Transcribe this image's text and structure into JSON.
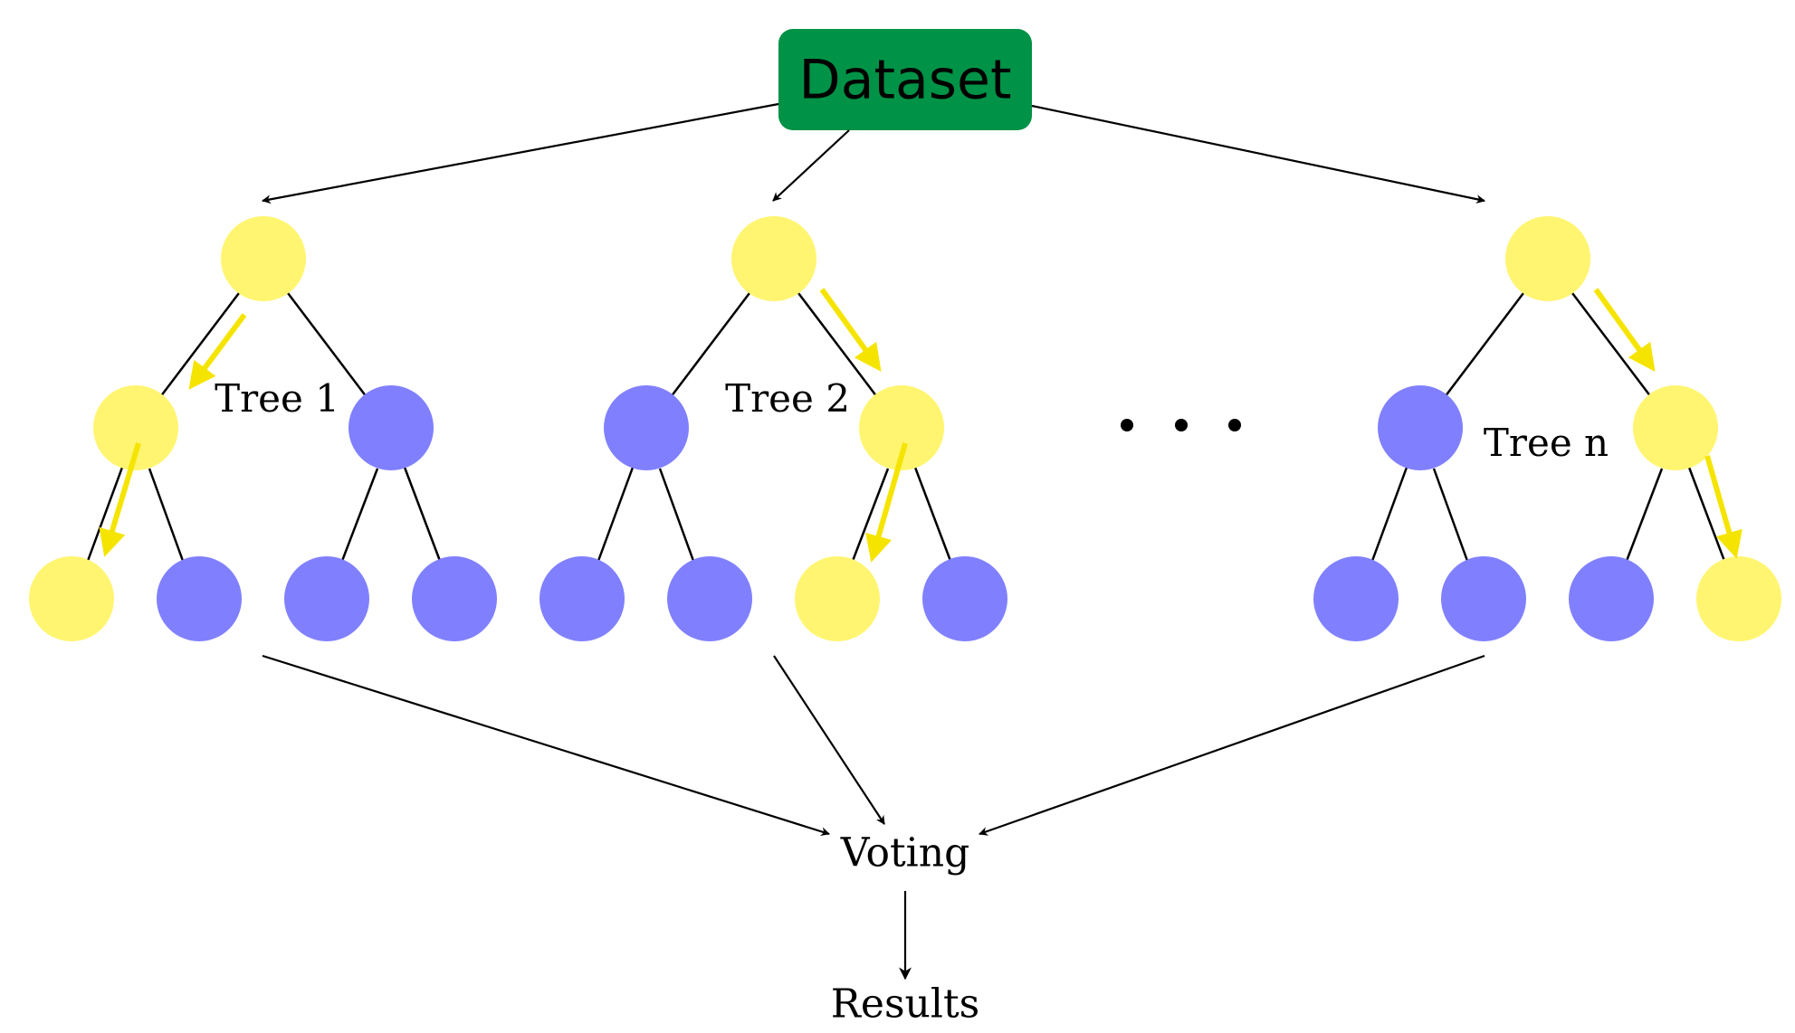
{
  "dataset": {
    "label": "Dataset",
    "fill": "#009246",
    "text_color": "#000000"
  },
  "trees": [
    {
      "label": "Tree 1"
    },
    {
      "label": "Tree 2"
    },
    {
      "label": "Tree n"
    }
  ],
  "voting": {
    "label": "Voting"
  },
  "results": {
    "label": "Results"
  },
  "colors": {
    "selected_node": "#fff570",
    "other_node": "#8080ff",
    "path_arrow": "#f5e400",
    "edge": "#000000"
  }
}
